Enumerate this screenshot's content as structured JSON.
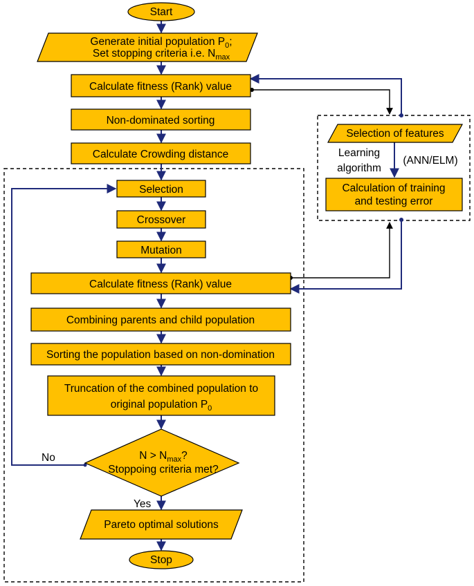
{
  "colors": {
    "node_fill": "#FFC000",
    "flow_line": "#1F2A7A",
    "feedback_line": "#000000"
  },
  "nodes": {
    "start": "Start",
    "generate_line1": "Generate initial population P",
    "generate_line1_sub": "0",
    "generate_line1_end": ";",
    "generate_line2": "Set stopping criteria i.e. N",
    "generate_line2_sub": "max",
    "calc_fitness_top": "Calculate fitness (Rank) value",
    "non_dominated": "Non-dominated sorting",
    "crowding": "Calculate Crowding distance",
    "selection": "Selection",
    "crossover": "Crossover",
    "mutation": "Mutation",
    "calc_fitness_loop": "Calculate fitness (Rank) value",
    "combining": "Combining parents and child population",
    "sorting": "Sorting the population based on non-domination",
    "truncation_line1": "Truncation of the combined population to",
    "truncation_line2": "original population P",
    "truncation_line2_sub": "0",
    "decision_line1": "N > N",
    "decision_line1_sub": "max",
    "decision_line1_end": "?",
    "decision_line2": "Stoppoing criteria  met?",
    "pareto": "Pareto optimal solutions",
    "stop": "Stop"
  },
  "side_panel": {
    "selection_features": "Selection of features",
    "learning_line1": "Learning",
    "learning_line2": "algorithm",
    "ann_elm": "(ANN/ELM)",
    "calc_error_line1": "Calculation of training",
    "calc_error_line2": "and testing error"
  },
  "edges": {
    "no_label": "No",
    "yes_label": "Yes"
  }
}
